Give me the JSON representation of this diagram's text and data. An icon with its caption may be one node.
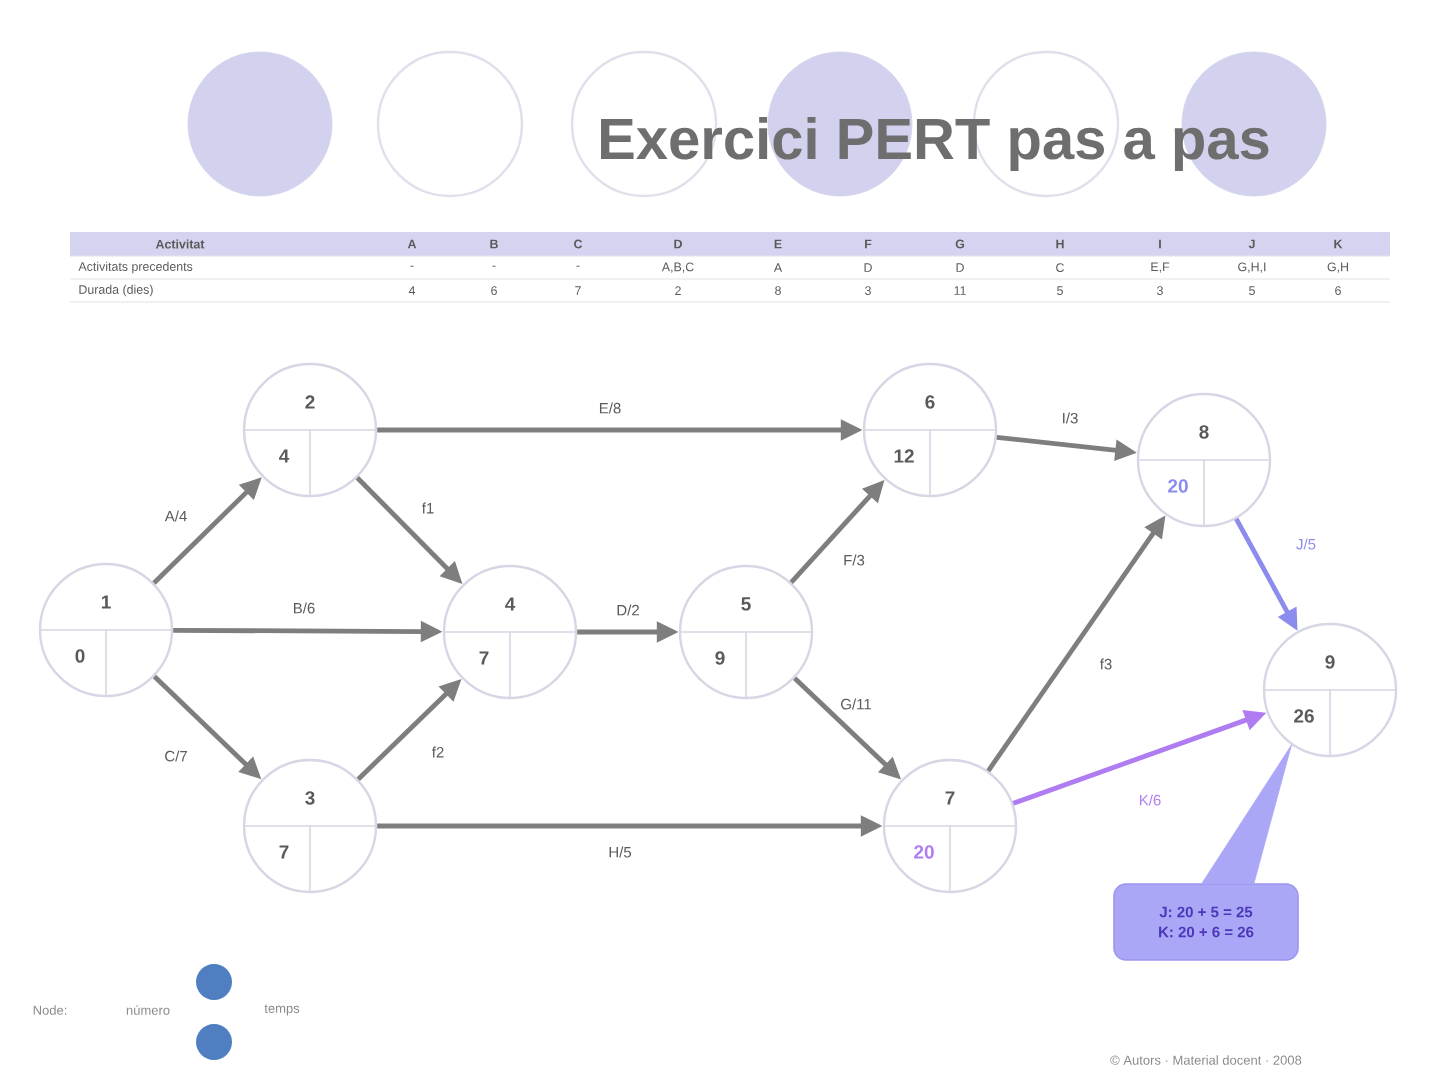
{
  "diagram": {
    "title": "Exercici PERT pas a pas",
    "nodes": [
      {
        "text": [
          "1",
          "0"
        ]
      },
      {
        "text": [
          "2",
          "4"
        ]
      },
      {
        "text": [
          "3",
          "7"
        ]
      },
      {
        "text": [
          "4",
          "7"
        ]
      },
      {
        "text": [
          "5",
          "9"
        ]
      },
      {
        "text": [
          "6",
          "12"
        ]
      },
      {
        "text": [
          "7",
          "20"
        ]
      },
      {
        "text": [
          "8",
          "20"
        ]
      },
      {
        "text": [
          "9",
          "26"
        ]
      },
      {
        "text": [
          "J: 20 + 5 = 25",
          "K: 20 + 6 = 26"
        ]
      }
    ],
    "edges": [
      {
        "from": 0,
        "to": 1,
        "arrow": "to",
        "label": "A/4"
      },
      {
        "from": 0,
        "to": 3,
        "arrow": "to",
        "label": "B/6"
      },
      {
        "from": 0,
        "to": 2,
        "arrow": "to",
        "label": "C/7"
      },
      {
        "from": 1,
        "to": 5,
        "arrow": "to",
        "label": "E/8"
      },
      {
        "from": 1,
        "to": 3,
        "arrow": "to",
        "label": "f1"
      },
      {
        "from": 2,
        "to": 3,
        "arrow": "to",
        "label": "f2"
      },
      {
        "from": 2,
        "to": 6,
        "arrow": "to",
        "label": "H/5"
      },
      {
        "from": 3,
        "to": 4,
        "arrow": "to",
        "label": "D/2"
      },
      {
        "from": 4,
        "to": 5,
        "arrow": "to",
        "label": "F/3"
      },
      {
        "from": 4,
        "to": 6,
        "arrow": "to",
        "label": "G/11"
      },
      {
        "from": 5,
        "to": 7,
        "arrow": "to",
        "label": "I/3"
      },
      {
        "from": 6,
        "to": 7,
        "arrow": "to",
        "label": "f3"
      },
      {
        "from": 7,
        "to": 8,
        "arrow": "to",
        "label": "J/5",
        "color": "#8c8cee"
      },
      {
        "from": 6,
        "to": 8,
        "arrow": "to",
        "label": "K/6",
        "color": "#b07cf2"
      },
      {
        "from": 9,
        "to": 8,
        "arrow": "to",
        "color": "#aba7f7"
      }
    ],
    "labels": [
      "Activitat",
      "A",
      "B",
      "C",
      "D",
      "E",
      "F",
      "G",
      "H",
      "I",
      "J",
      "K",
      "Activitats precedents",
      "-",
      "-",
      "-",
      "A,B,C",
      "A",
      "D",
      "D",
      "C",
      "E,F",
      "G,H,I",
      "G,H",
      "Durada (dies)",
      "4",
      "6",
      "7",
      "2",
      "8",
      "3",
      "11",
      "5",
      "3",
      "5",
      "6",
      "Node:",
      "número",
      "temps",
      "© Autors · Material docent · 2008"
    ]
  }
}
